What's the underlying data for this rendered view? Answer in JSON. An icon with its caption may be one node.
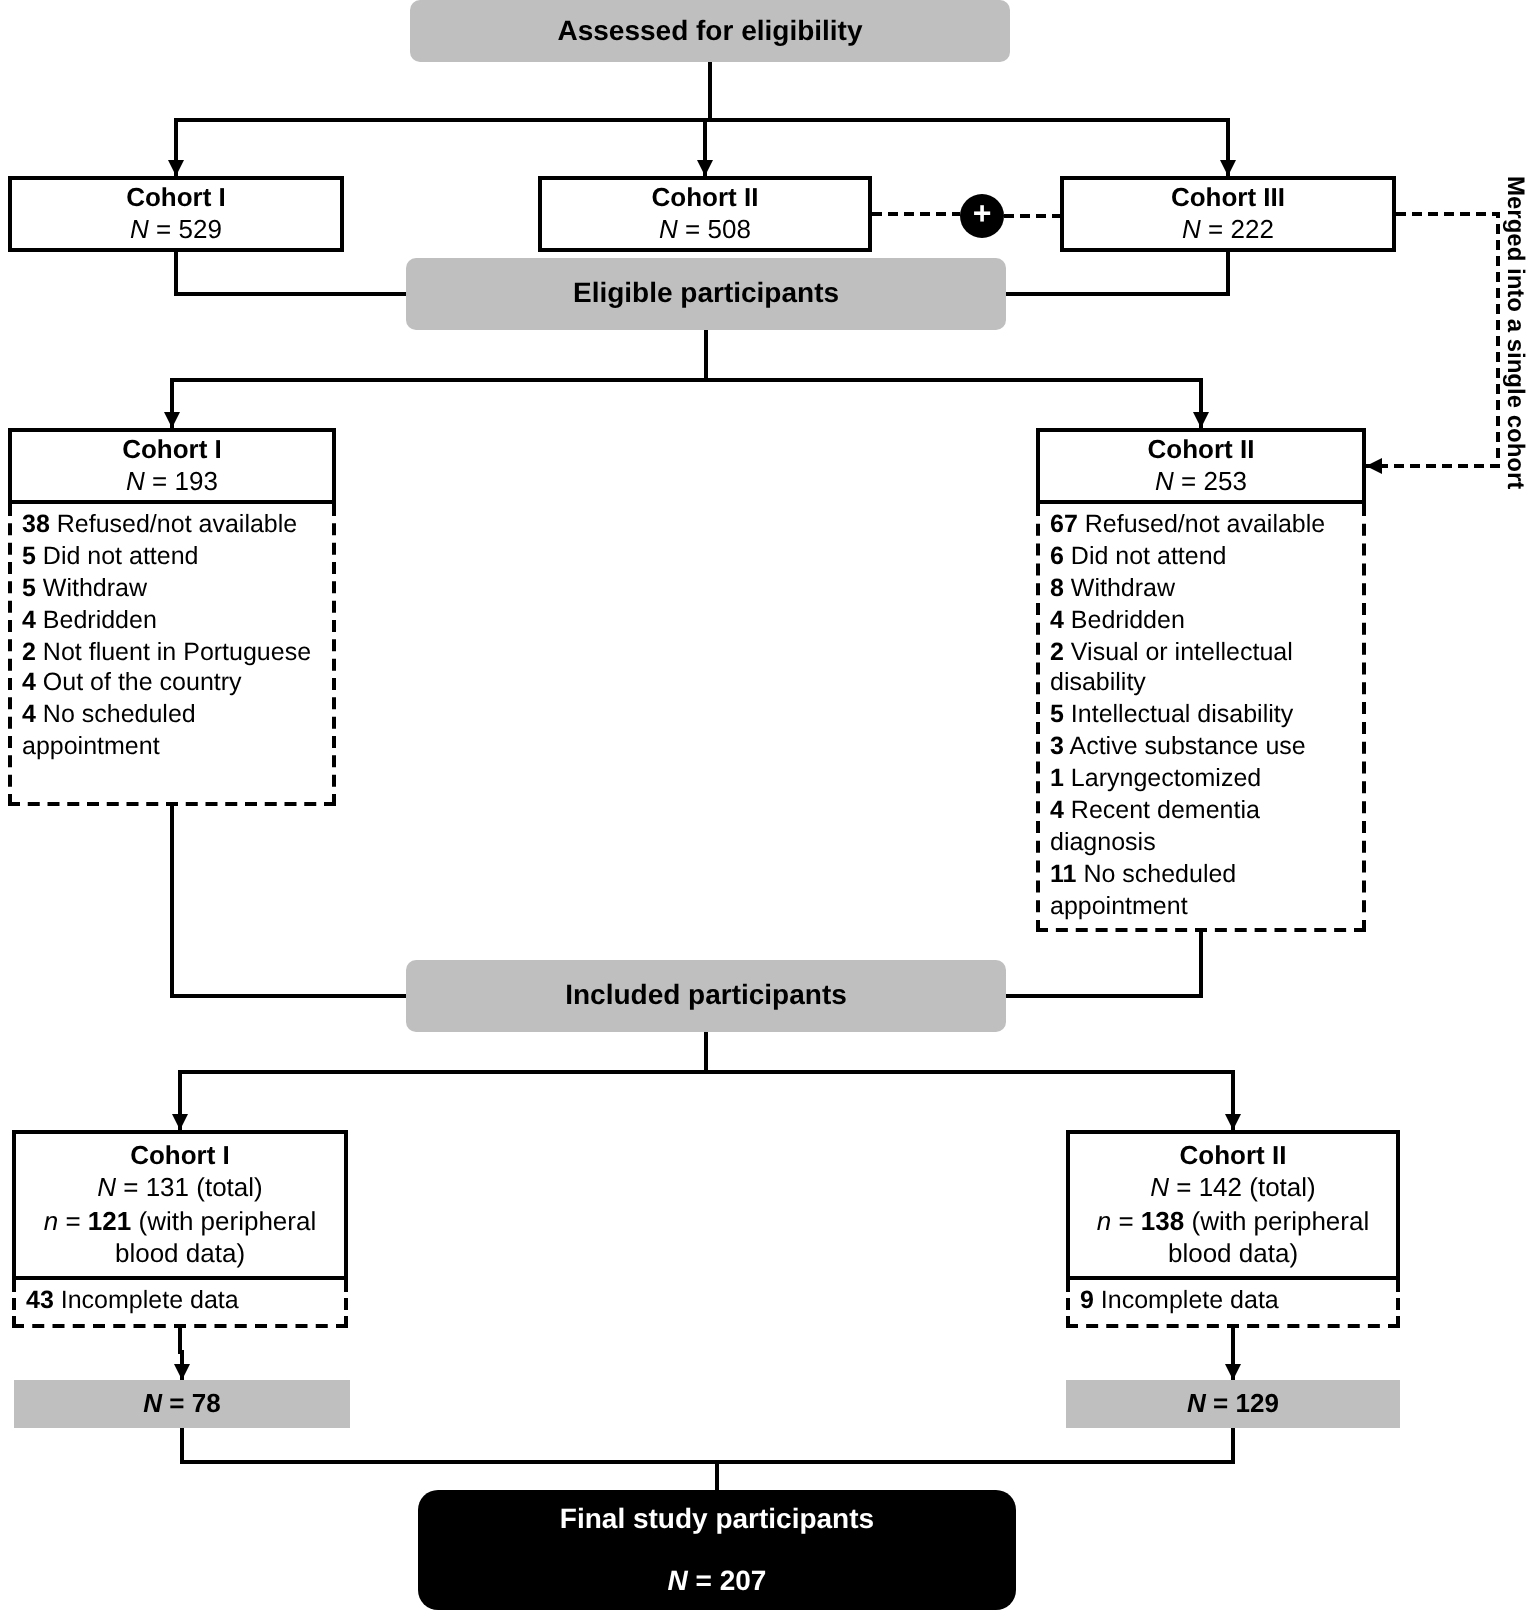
{
  "diagram": {
    "nodes": [
      {
        "text": [
          "Assessed for eligibility"
        ]
      },
      {
        "text": [
          "Cohort I",
          "*N* = 529"
        ]
      },
      {
        "text": [
          "Cohort II",
          "*N* = 508"
        ]
      },
      {
        "text": [
          "Cohort III",
          "*N* = 222"
        ]
      },
      {
        "text": [
          "+"
        ]
      },
      {
        "text": [
          "Eligible participants"
        ]
      },
      {
        "text": [
          "Cohort I",
          "*N* = 193"
        ]
      },
      {
        "text": [
          "**38** Refused/not available",
          "**5** Did not attend",
          "**5** Withdraw",
          "**4** Bedridden",
          "**2** Not fluent in Portuguese",
          "**4** Out of the country",
          "**4** No scheduled appointment"
        ]
      },
      {
        "text": [
          "Cohort II",
          "*N* = 253"
        ]
      },
      {
        "text": [
          "**67** Refused/not available",
          "**6** Did not attend",
          "**8** Withdraw",
          "**4** Bedridden",
          "**2** Visual or intellectual disability",
          "**5** Intellectual disability",
          "**3** Active substance use",
          "**1** Laryngectomized",
          "**4** Recent dementia diagnosis",
          "**11** No scheduled appointment"
        ]
      },
      {
        "text": [
          "Included participants"
        ]
      },
      {
        "text": [
          "Cohort I",
          "*N* = 131 (total)",
          "*n* = **121** (with peripheral blood data)"
        ]
      },
      {
        "text": [
          "**43** Incomplete data"
        ]
      },
      {
        "text": [
          "Cohort II",
          "*N* = 142 (total)",
          "*n* = **138** (with peripheral blood data)"
        ]
      },
      {
        "text": [
          "**9** Incomplete data"
        ]
      },
      {
        "text": [
          "*N* = 78"
        ]
      },
      {
        "text": [
          "*N* = 129"
        ]
      },
      {
        "text": [
          "Final study participants",
          "*N* = 207"
        ]
      }
    ],
    "edges": [
      {
        "from": 0,
        "to": 1,
        "arrow": "to"
      },
      {
        "from": 0,
        "to": 2,
        "arrow": "to"
      },
      {
        "from": 0,
        "to": 3,
        "arrow": "to"
      },
      {
        "from": 1,
        "to": 5,
        "arrow": "none"
      },
      {
        "from": 3,
        "to": 5,
        "arrow": "none"
      },
      {
        "from": 2,
        "to": 4,
        "arrow": "none",
        "style": "dashed"
      },
      {
        "from": 4,
        "to": 3,
        "arrow": "none",
        "style": "dashed"
      },
      {
        "from": 3,
        "to": 8,
        "arrow": "to",
        "style": "dashed",
        "label": "Merged into a single cohort"
      },
      {
        "from": 5,
        "to": 6,
        "arrow": "to"
      },
      {
        "from": 5,
        "to": 8,
        "arrow": "to"
      },
      {
        "from": 7,
        "to": 10,
        "arrow": "none"
      },
      {
        "from": 9,
        "to": 10,
        "arrow": "none"
      },
      {
        "from": 10,
        "to": 11,
        "arrow": "to"
      },
      {
        "from": 10,
        "to": 13,
        "arrow": "to"
      },
      {
        "from": 12,
        "to": 15,
        "arrow": "to"
      },
      {
        "from": 14,
        "to": 16,
        "arrow": "to"
      },
      {
        "from": 15,
        "to": 17,
        "arrow": "none"
      },
      {
        "from": 16,
        "to": 17,
        "arrow": "none"
      }
    ]
  }
}
